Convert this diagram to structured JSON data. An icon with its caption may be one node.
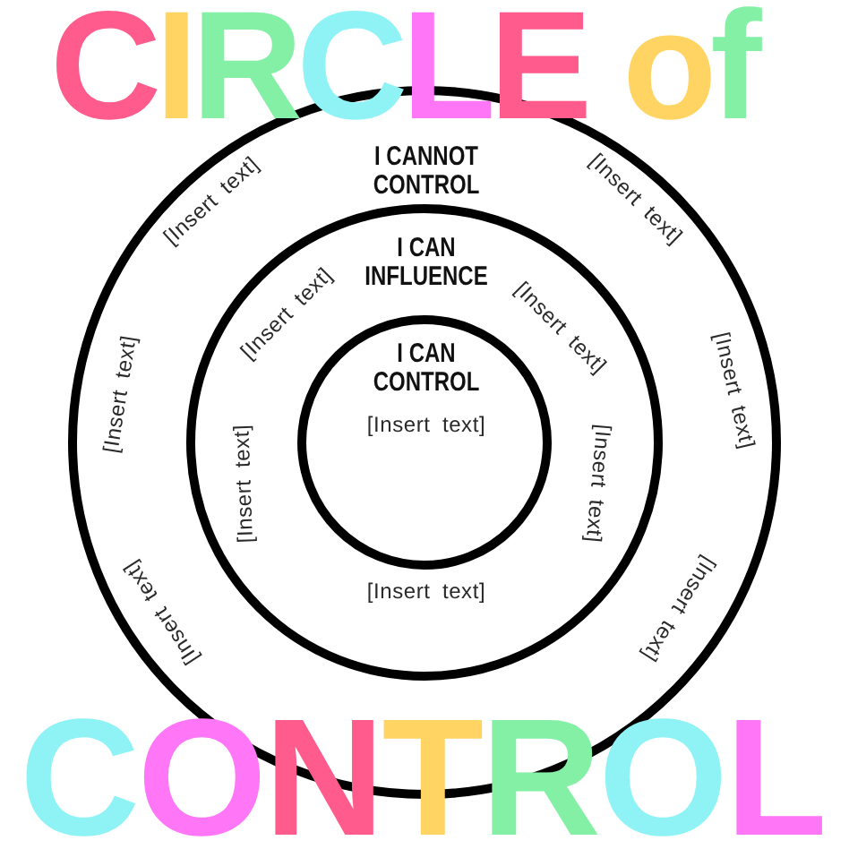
{
  "diagram": {
    "title": "CIRCLE of",
    "nodes": [
      {
        "text": [
          "I CANNOT CONTROL",
          "[Insert text]",
          "[Insert text]",
          "[Insert text]",
          "[Insert text]",
          "[Insert text]",
          "[Insert text]"
        ]
      },
      {
        "text": [
          "I CAN INFLUENCE",
          "[Insert text]",
          "[Insert text]",
          "[Insert text]",
          "[Insert text]",
          "[Insert text]"
        ],
        "in": 0
      },
      {
        "text": [
          "I CAN CONTROL",
          "[Insert text]"
        ],
        "in": 1
      }
    ],
    "labels": [
      "CONTROL"
    ]
  }
}
